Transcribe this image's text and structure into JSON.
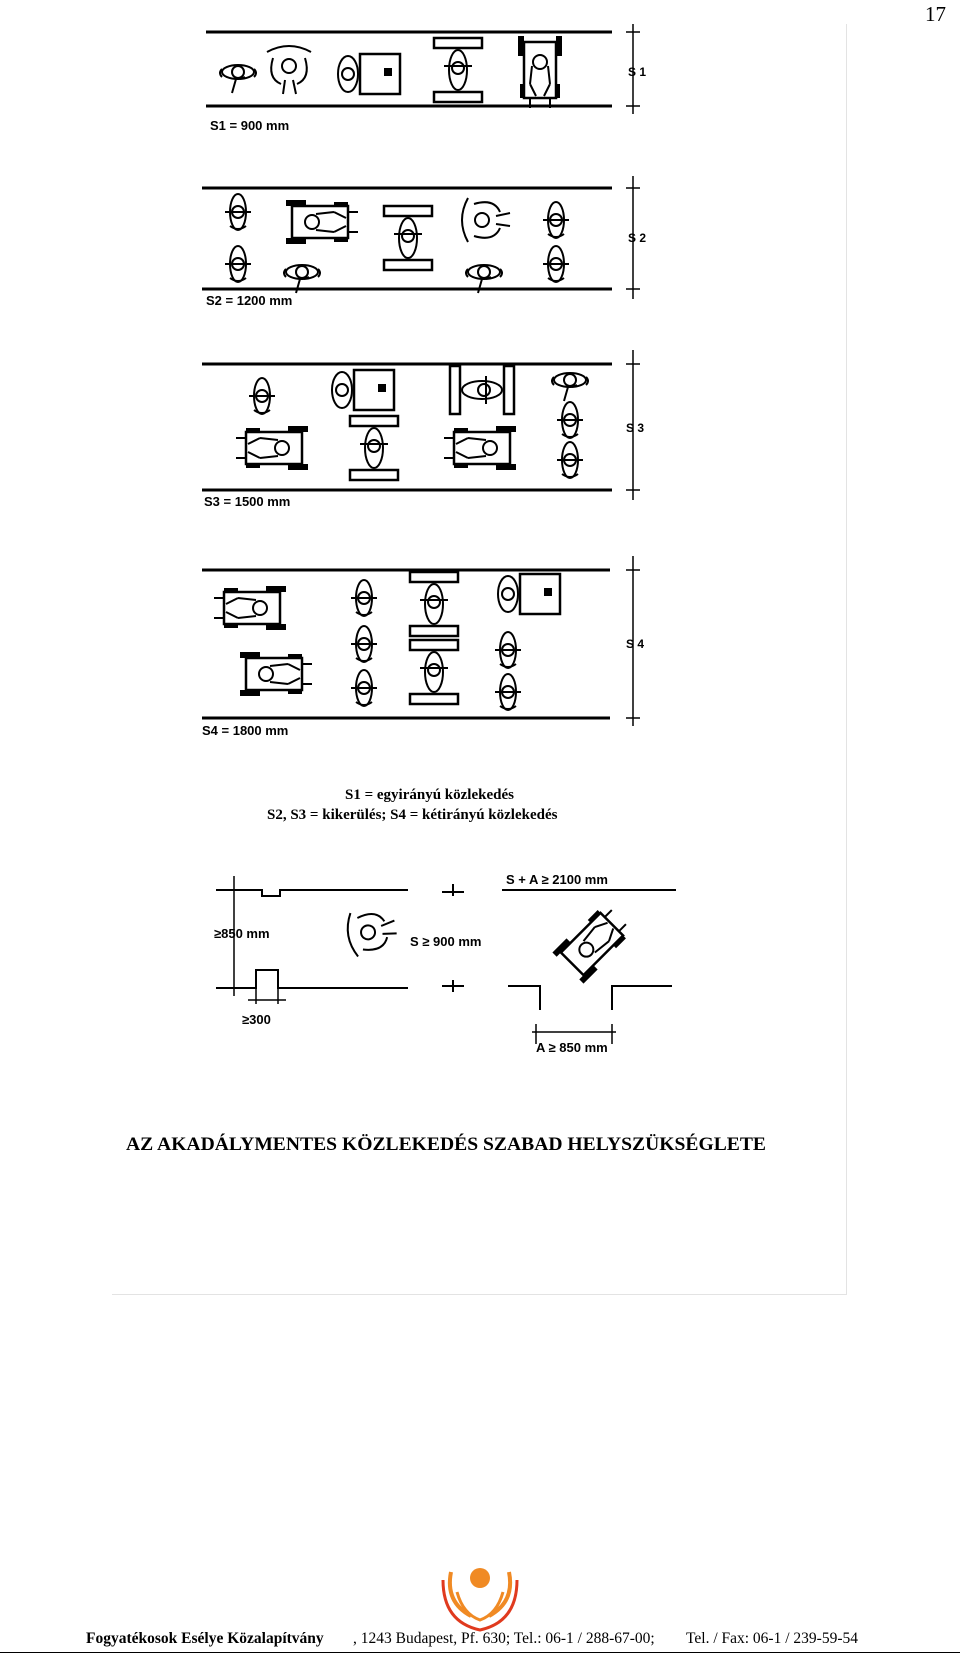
{
  "page_number": "17",
  "figure": {
    "s1_tag": "S 1",
    "s1_label": "S1 = 900 mm",
    "s2_tag": "S 2",
    "s2_label": "S2 = 1200 mm",
    "s3_tag": "S 3",
    "s3_label": "S3 = 1500 mm",
    "s4_tag": "S 4",
    "s4_label": "S4 = 1800 mm",
    "legend_line1": "S1 = egyirányú közlekedés",
    "legend_line2": "S2, S3 = kikerülés; S4 = kétirányú közlekedés",
    "door_width_label": "≥850 mm",
    "wall_label": "≥300",
    "passage_label": "S ≥ 900 mm",
    "turn_label": "S + A ≥ 2100 mm",
    "opening_label": "A ≥ 850 mm",
    "caption": "AZ AKADÁLYMENTES KÖZLEKEDÉS SZABAD HELYSZÜKSÉGLETE"
  },
  "footer": {
    "organization": "Fogyatékosok Esélye Közalapítvány",
    "address": ", 1243 Budapest, Pf. 630; Tel.: 06-1 / 288-67-00;",
    "fax": "Tel. / Fax: 06-1 / 239-59-54"
  },
  "colors": {
    "logo_orange": "#f08a24",
    "logo_red": "#e03a1e"
  }
}
